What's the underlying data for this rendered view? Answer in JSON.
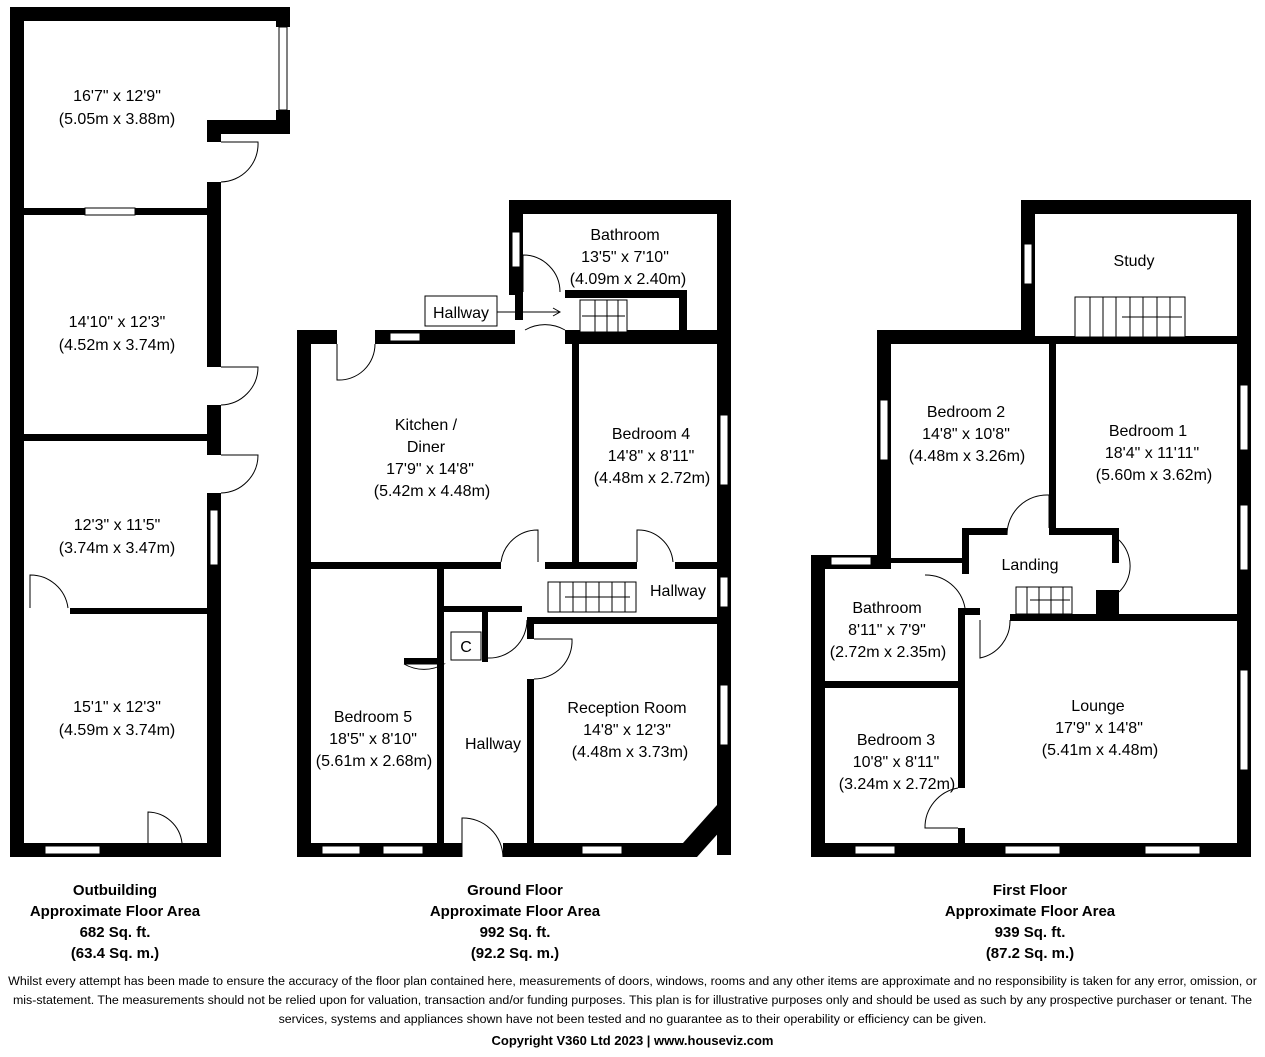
{
  "outbuilding": {
    "rooms": [
      {
        "dims": "16'7\" x 12'9\"",
        "metric": "(5.05m x 3.88m)"
      },
      {
        "dims": "14'10\" x 12'3\"",
        "metric": "(4.52m x 3.74m)"
      },
      {
        "dims": "12'3\" x 11'5\"",
        "metric": "(3.74m x 3.47m)"
      },
      {
        "dims": "15'1\" x 12'3\"",
        "metric": "(4.59m x 3.74m)"
      }
    ],
    "area": {
      "title": "Outbuilding",
      "subtitle": "Approximate Floor Area",
      "sqft": "682 Sq. ft.",
      "sqm": "(63.4 Sq. m.)"
    }
  },
  "ground_floor": {
    "bathroom": {
      "name": "Bathroom",
      "dims": "13'5\" x 7'10\"",
      "metric": "(4.09m x 2.40m)"
    },
    "hallway_tag": "Hallway",
    "kitchen": {
      "name1": "Kitchen /",
      "name2": "Diner",
      "dims": "17'9\" x 14'8\"",
      "metric": "(5.42m x 4.48m)"
    },
    "bedroom4": {
      "name": "Bedroom 4",
      "dims": "14'8\" x 8'11\"",
      "metric": "(4.48m x 2.72m)"
    },
    "hallway_mid": "Hallway",
    "cupboard": "C",
    "bedroom5": {
      "name": "Bedroom 5",
      "dims": "18'5\" x 8'10\"",
      "metric": "(5.61m x 2.68m)"
    },
    "hallway_front": "Hallway",
    "reception": {
      "name": "Reception Room",
      "dims": "14'8\" x 12'3\"",
      "metric": "(4.48m x 3.73m)"
    },
    "area": {
      "title": "Ground Floor",
      "subtitle": "Approximate Floor Area",
      "sqft": "992 Sq. ft.",
      "sqm": "(92.2 Sq. m.)"
    }
  },
  "first_floor": {
    "study": "Study",
    "bedroom2": {
      "name": "Bedroom 2",
      "dims": "14'8\" x 10'8\"",
      "metric": "(4.48m x 3.26m)"
    },
    "bedroom1": {
      "name": "Bedroom 1",
      "dims": "18'4\" x 11'11\"",
      "metric": "(5.60m x 3.62m)"
    },
    "landing": "Landing",
    "bathroom": {
      "name": "Bathroom",
      "dims": "8'11\" x 7'9\"",
      "metric": "(2.72m x 2.35m)"
    },
    "bedroom3": {
      "name": "Bedroom 3",
      "dims": "10'8\" x 8'11\"",
      "metric": "(3.24m x 2.72m)"
    },
    "lounge": {
      "name": "Lounge",
      "dims": "17'9\" x 14'8\"",
      "metric": "(5.41m x 4.48m)"
    },
    "area": {
      "title": "First Floor",
      "subtitle": "Approximate Floor Area",
      "sqft": "939 Sq. ft.",
      "sqm": "(87.2 Sq. m.)"
    }
  },
  "disclaimer": "Whilst every attempt has been made to ensure the accuracy of the floor plan contained here, measurements of doors, windows, rooms and any other items are approximate and no responsibility is taken for any error, omission, or mis-statement. The measurements should not be relied upon for valuation, transaction and/or funding purposes. This plan is for illustrative purposes only and should be used as such by any prospective purchaser or tenant. The services, systems and appliances shown have not been tested and no guarantee as to their operability or efficiency can be given.",
  "copyright": "Copyright V360 Ltd 2023 | www.houseviz.com"
}
